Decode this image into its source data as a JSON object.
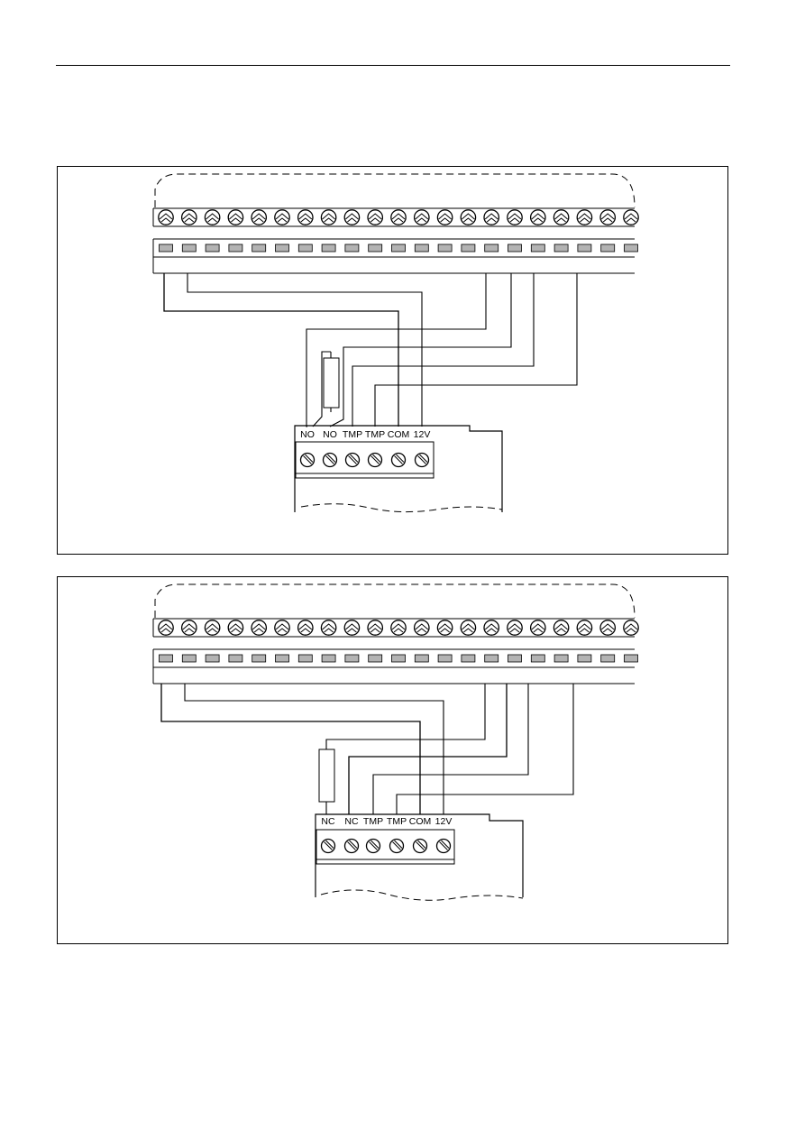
{
  "diagrams": [
    {
      "id": "no-wiring",
      "terminal_labels": [
        "NO",
        "NO",
        "TMP",
        "TMP",
        "COM",
        "12V"
      ]
    },
    {
      "id": "nc-wiring",
      "terminal_labels": [
        "NC",
        "NC",
        "TMP",
        "TMP",
        "COM",
        "12V"
      ]
    }
  ],
  "panel_terminal_count": 21,
  "colors": {
    "line": "#000000",
    "led_fill": "#b3b3b3",
    "background": "#ffffff"
  }
}
